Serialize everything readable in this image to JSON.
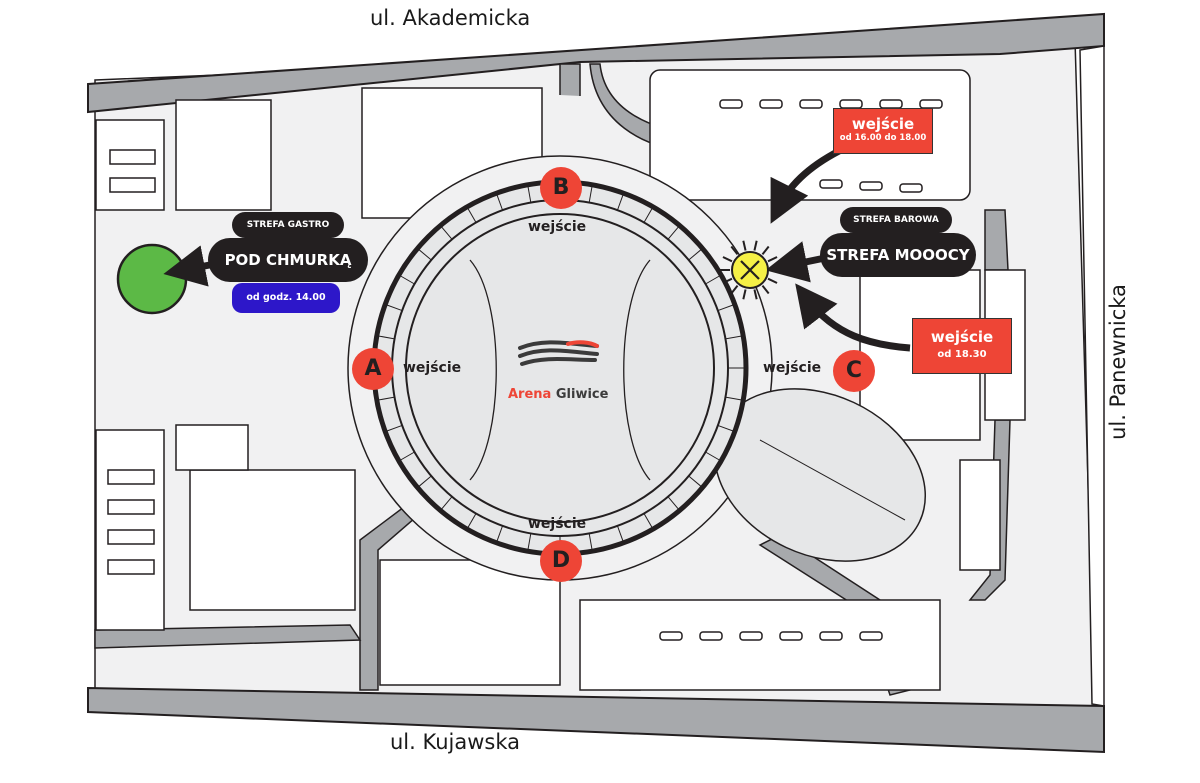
{
  "streets": {
    "north": "ul. Akademicka",
    "south": "ul. Kujawska",
    "east": "ul. Panewnicka"
  },
  "gates": [
    {
      "letter": "A",
      "label": "wejście"
    },
    {
      "letter": "B",
      "label": "wejście"
    },
    {
      "letter": "C",
      "label": "wejście"
    },
    {
      "letter": "D",
      "label": "wejście"
    }
  ],
  "arena": {
    "name_part1": "Arena",
    "name_part2": "Gliwice"
  },
  "gastro": {
    "category": "STREFA GASTRO",
    "name": "POD CHMURKĄ",
    "hours": "od godz. 14.00"
  },
  "bar": {
    "category": "STREFA BAROWA",
    "name": "STREFA MOOOCY"
  },
  "entrance_top": {
    "title": "wejście",
    "hours": "od 16.00 do 18.00"
  },
  "entrance_right": {
    "title": "wejście",
    "hours": "od 18.30"
  },
  "colors": {
    "gate_red": "#ee4536",
    "pill_dark": "#231f20",
    "pill_blue": "#2d17c9",
    "gastro_green": "#5cb946",
    "bar_marker_yellow": "#f5f046",
    "road_gray": "#a7a9ac",
    "ground_light": "#f1f1f2",
    "arena_fill": "#e6e7e8"
  },
  "icons": {
    "gastro_marker": "green-circle-marker",
    "bar_marker": "yellow-x-burst-marker",
    "arena_logo": "arena-wave-logo"
  }
}
